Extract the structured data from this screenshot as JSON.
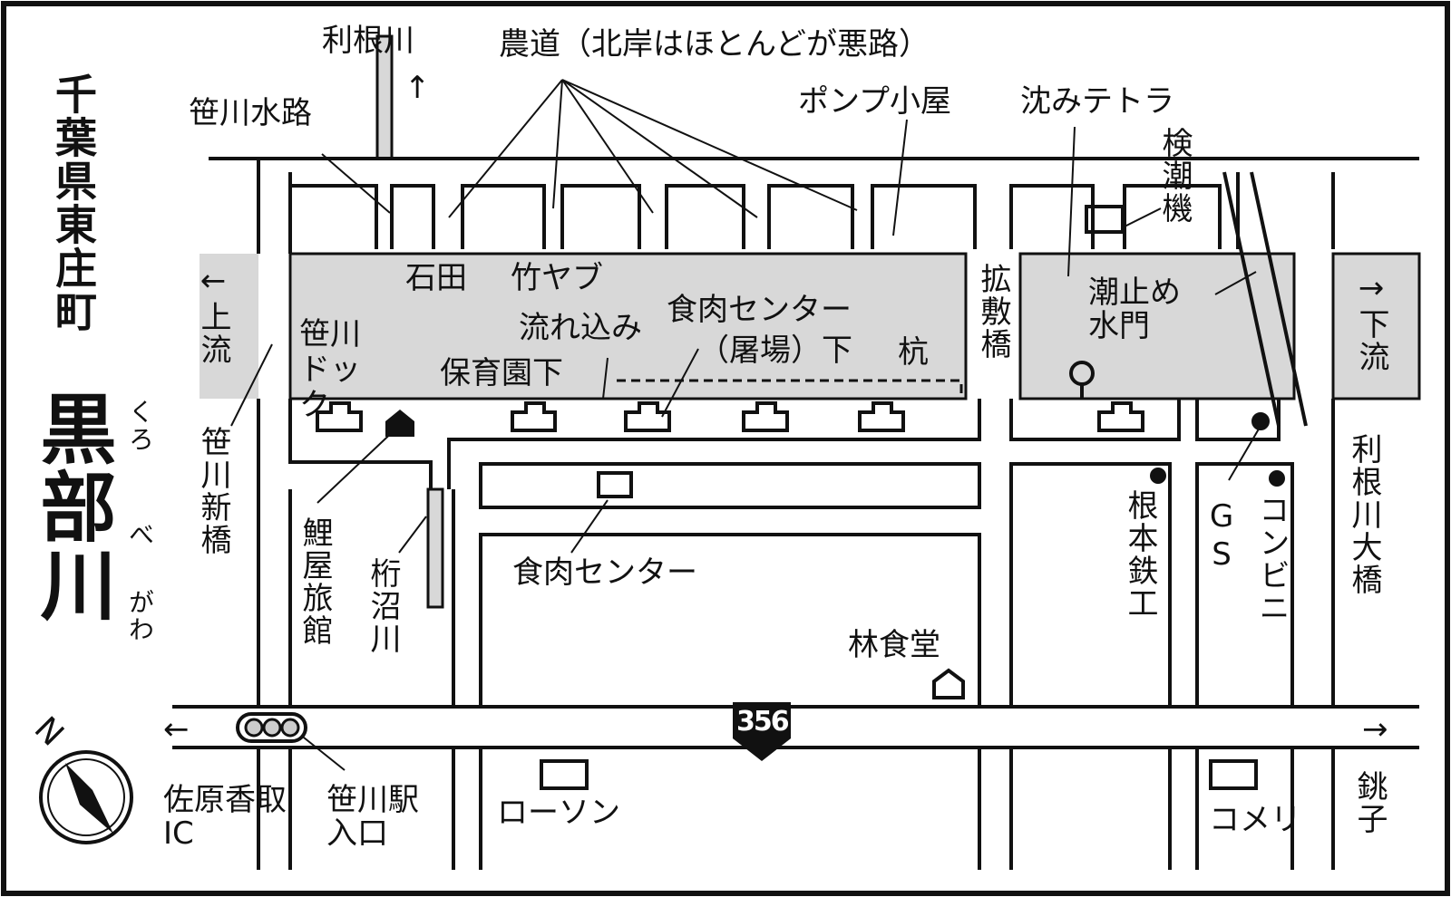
{
  "title": {
    "prefecture": "千葉県東庄町",
    "name": "黒部川",
    "reading": [
      "くろ",
      "べ",
      "がわ"
    ]
  },
  "compass": {
    "label": "N"
  },
  "route": {
    "number": "356"
  },
  "labels": {
    "tonegawa_north": "利根川",
    "arrow_up": "↑",
    "farm_road": "農道（北岸はほとんどが悪路）",
    "sasagawa_suiro": "笹川水路",
    "pump_hut": "ポンプ小屋",
    "sunken_tetra": "沈みテトラ",
    "tide_gauge": "検潮機",
    "upstream": "←上流",
    "downstream": "→下流",
    "ishida": "石田",
    "takeyabu": "竹ヤブ",
    "sasagawa_dock": "笹川ドック",
    "nagarekomi": "流れ込み",
    "hoikuen_shita": "保育園下",
    "meat_center_slaughter_1": "食肉センター",
    "meat_center_slaughter_2": "（屠場）下",
    "kui": "杭",
    "kakushiki_bridge": "拡敷橋",
    "tide_gate": "潮止め水門",
    "sasagawa_shinbashi": "笹川新橋",
    "koiya_ryokan": "鯉屋旅館",
    "ketanuma_river": "桁沼川",
    "meat_center": "食肉センター",
    "hayashi_shokudo": "林食堂",
    "nemoto_tekko": "根本鉄工",
    "gs": "GS",
    "convenience": "コンビニ",
    "tone_ohashi": "利根川大橋",
    "sawara_katori_ic": "佐原香取IC",
    "sasagawa_station": "笹川駅入口",
    "lawson": "ローソン",
    "komeri": "コメリ",
    "choshi": "銚子",
    "arrow_left": "←",
    "arrow_right": "→"
  },
  "colors": {
    "river": "#d8d8d8",
    "line": "#111111"
  }
}
